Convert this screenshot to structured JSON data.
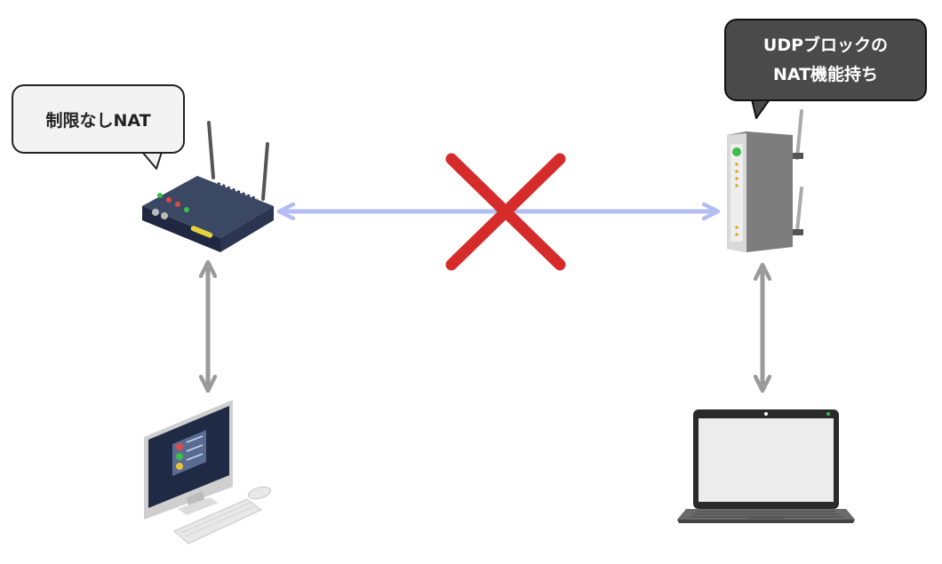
{
  "left_router": {
    "label": "制限なしNAT"
  },
  "right_router": {
    "label_line1": "UDPブロックの",
    "label_line2": "NAT機能持ち"
  },
  "connection": {
    "status": "blocked"
  },
  "colors": {
    "link_arrow": "#b3bdf2",
    "vertical_arrow": "#9a9a9a",
    "cross": "#d62b2b",
    "dark_bubble": "#4a4a4a",
    "light_bubble": "#f3f3f3",
    "router_body": "#2e3a52",
    "server_body": "#7d7d7d"
  }
}
